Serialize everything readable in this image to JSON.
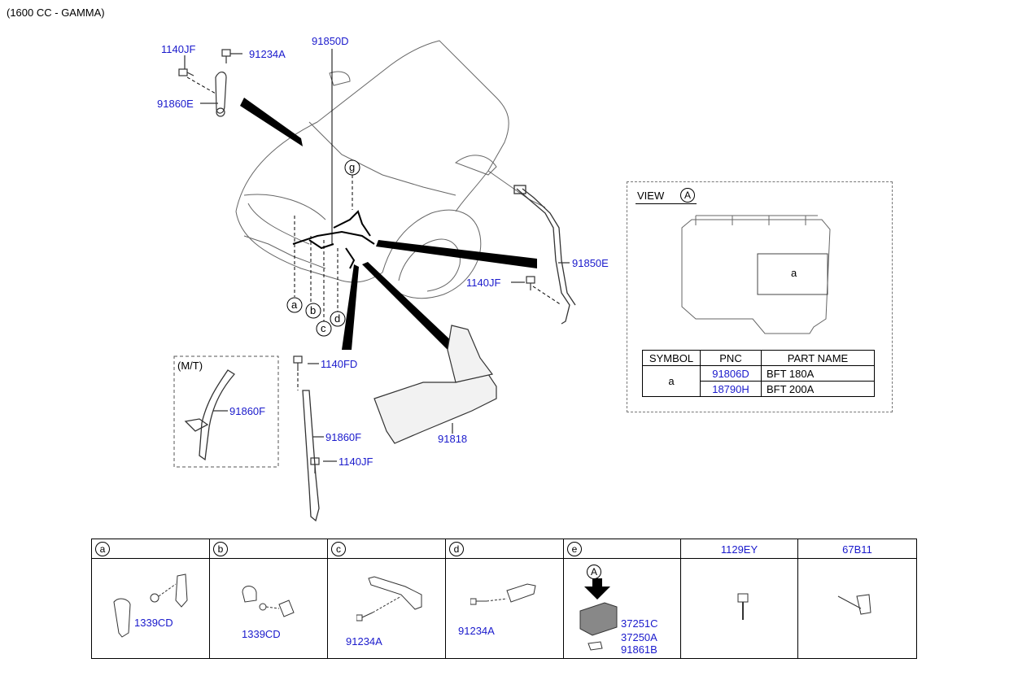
{
  "header": {
    "title": "(1600 CC - GAMMA)"
  },
  "callouts": {
    "c1140jf_top": "1140JF",
    "c91234a_top": "91234A",
    "c91850d": "91850D",
    "c91860e": "91860E",
    "c91850e": "91850E",
    "c1140jf_mid": "1140JF",
    "c1140fd": "1140FD",
    "c91860f_mt": "91860F",
    "c91860f": "91860F",
    "c1140jf_low": "1140JF",
    "c91818": "91818",
    "mt_label": "(M/T)"
  },
  "markers": {
    "a": "a",
    "b": "b",
    "c": "c",
    "d": "d",
    "g": "g"
  },
  "view_a": {
    "title": "VIEW",
    "circle": "A",
    "inner_label": "a",
    "table": {
      "headers": [
        "SYMBOL",
        "PNC",
        "PART NAME"
      ],
      "symbol": "a",
      "rows": [
        {
          "pnc": "91806D",
          "name": "BFT 180A"
        },
        {
          "pnc": "18790H",
          "name": "BFT 200A"
        }
      ]
    }
  },
  "bottom_table": {
    "columns": [
      {
        "head": "a",
        "labels": [
          "1339CD"
        ]
      },
      {
        "head": "b",
        "labels": [
          "1339CD"
        ]
      },
      {
        "head": "c",
        "labels": [
          "91234A"
        ]
      },
      {
        "head": "d",
        "labels": [
          "91234A"
        ]
      },
      {
        "head": "e",
        "view_circle": "A",
        "labels": [
          "37251C",
          "37250A",
          "91861B"
        ]
      },
      {
        "head": "1129EY",
        "labels": []
      },
      {
        "head": "67B11",
        "labels": []
      }
    ]
  },
  "colors": {
    "callout": "#1a1acc",
    "line": "#000000"
  }
}
